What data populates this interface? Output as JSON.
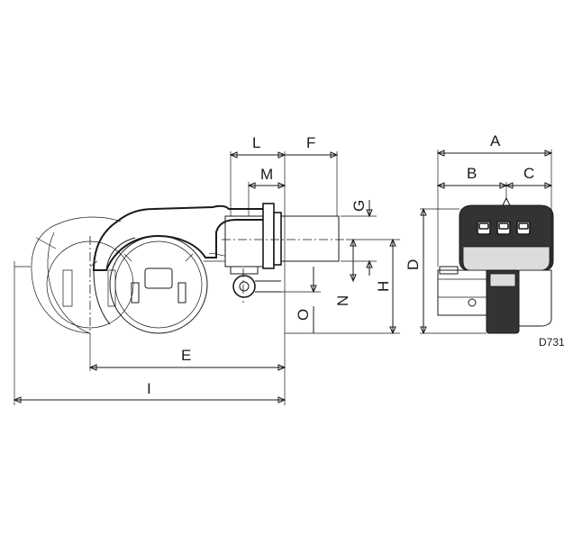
{
  "diagram": {
    "code": "D731",
    "dimensions": {
      "L": "L",
      "F": "F",
      "M": "M",
      "G": "G",
      "H": "H",
      "N": "N",
      "O": "O",
      "E": "E",
      "I": "I",
      "A": "A",
      "B": "B",
      "C": "C",
      "D": "D"
    }
  }
}
